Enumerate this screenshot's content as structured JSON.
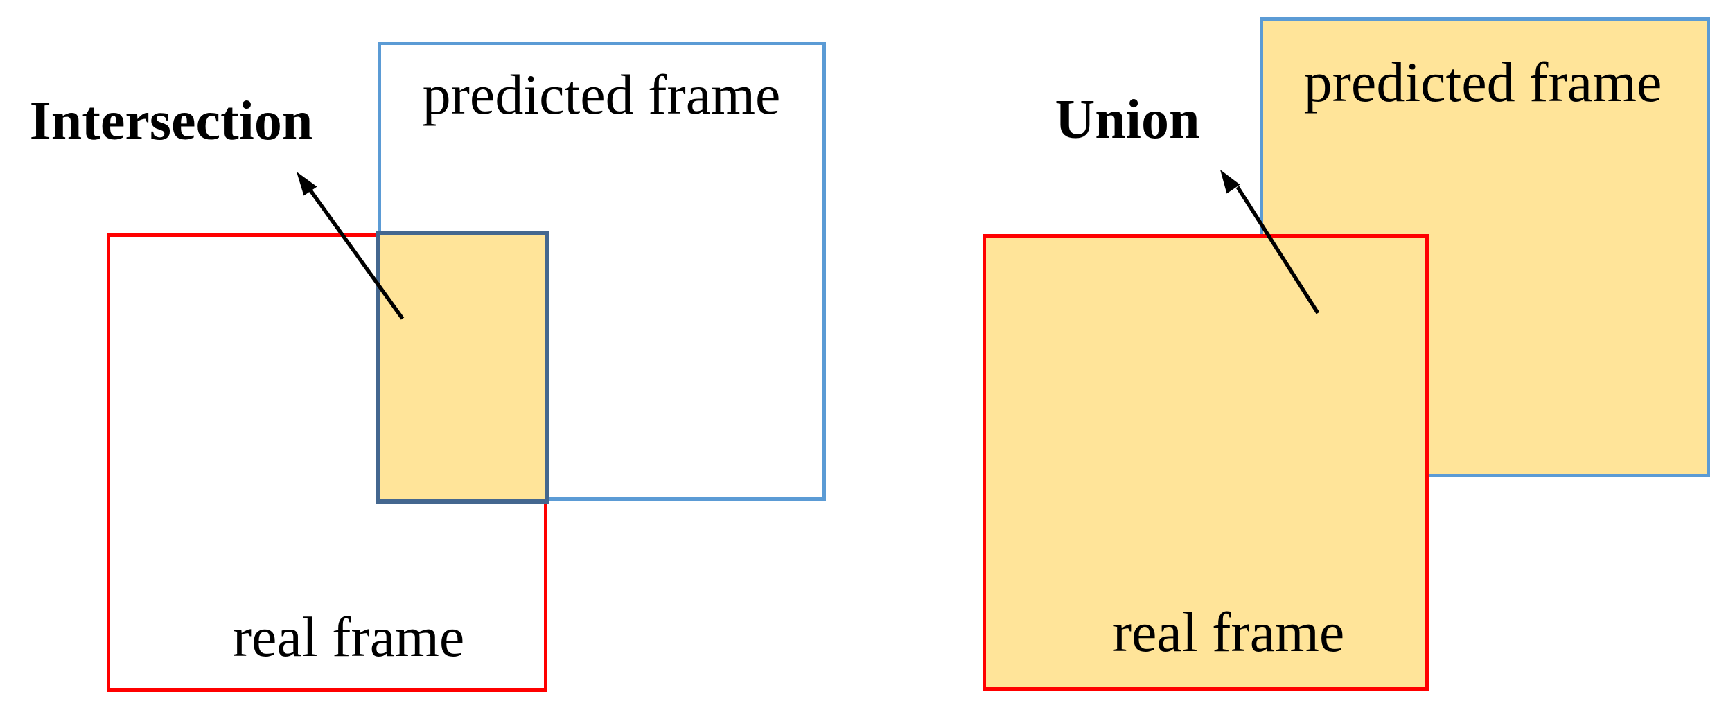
{
  "figure": {
    "description": "Intersection over Union diagram",
    "left_diagram": {
      "title": "Intersection",
      "predicted_frame_label": "predicted frame",
      "real_frame_label": "real frame"
    },
    "right_diagram": {
      "title": "Union",
      "predicted_frame_label": "predicted frame",
      "real_frame_label": "real frame"
    },
    "colors": {
      "background": "#FFFFFF",
      "predicted_frame_border": "#5B9BD5",
      "real_frame_border": "#FF0000",
      "overlap_fill": "#FFE499",
      "intersection_border": "#44678F",
      "arrow": "#000000",
      "text": "#000000"
    }
  }
}
